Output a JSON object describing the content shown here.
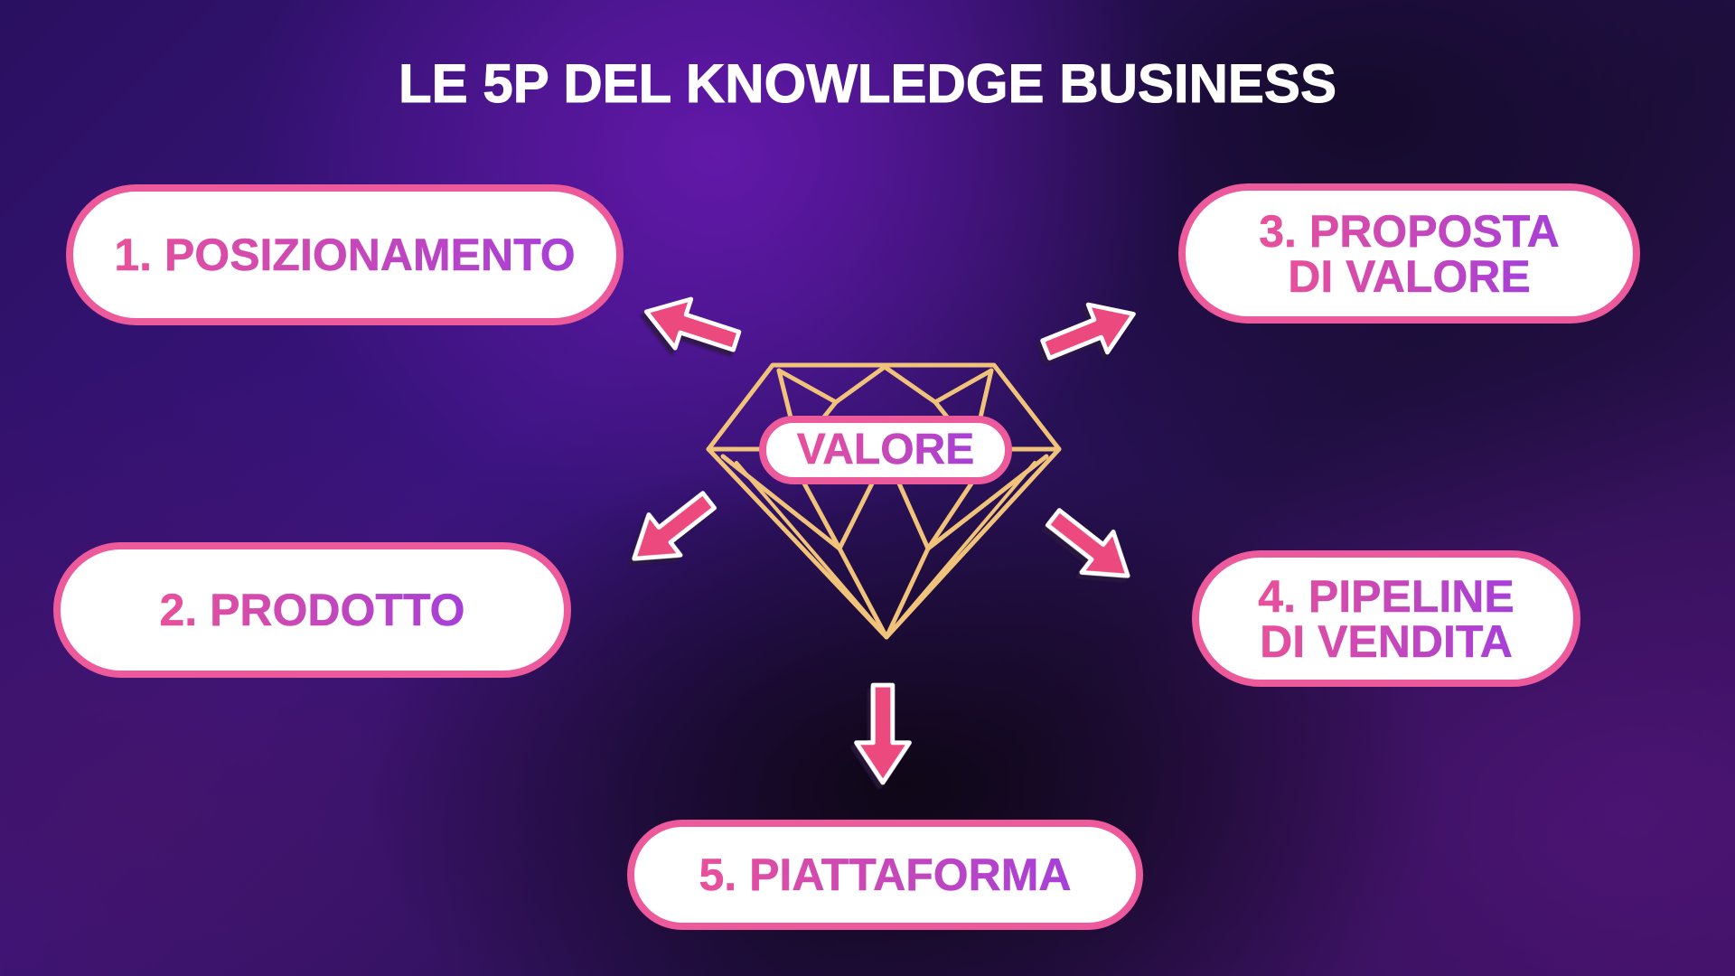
{
  "title": "LE 5P DEL KNOWLEDGE BUSINESS",
  "center": {
    "label": "VALORE",
    "icon": "diamond-icon"
  },
  "items": [
    {
      "label": "1. POSIZIONAMENTO"
    },
    {
      "label": "2. PRODOTTO"
    },
    {
      "line1": "3. PROPOSTA",
      "line2": "DI VALORE"
    },
    {
      "line1": "4. PIPELINE",
      "line2": "DI VENDITA"
    },
    {
      "label": "5. PIATTAFORMA"
    }
  ],
  "colors": {
    "pill_border": "#ec5a9b",
    "arrow": "#ec4a7e",
    "diamond": "#f0c27a",
    "text_start": "#e8509a",
    "text_end": "#a63fd8"
  }
}
